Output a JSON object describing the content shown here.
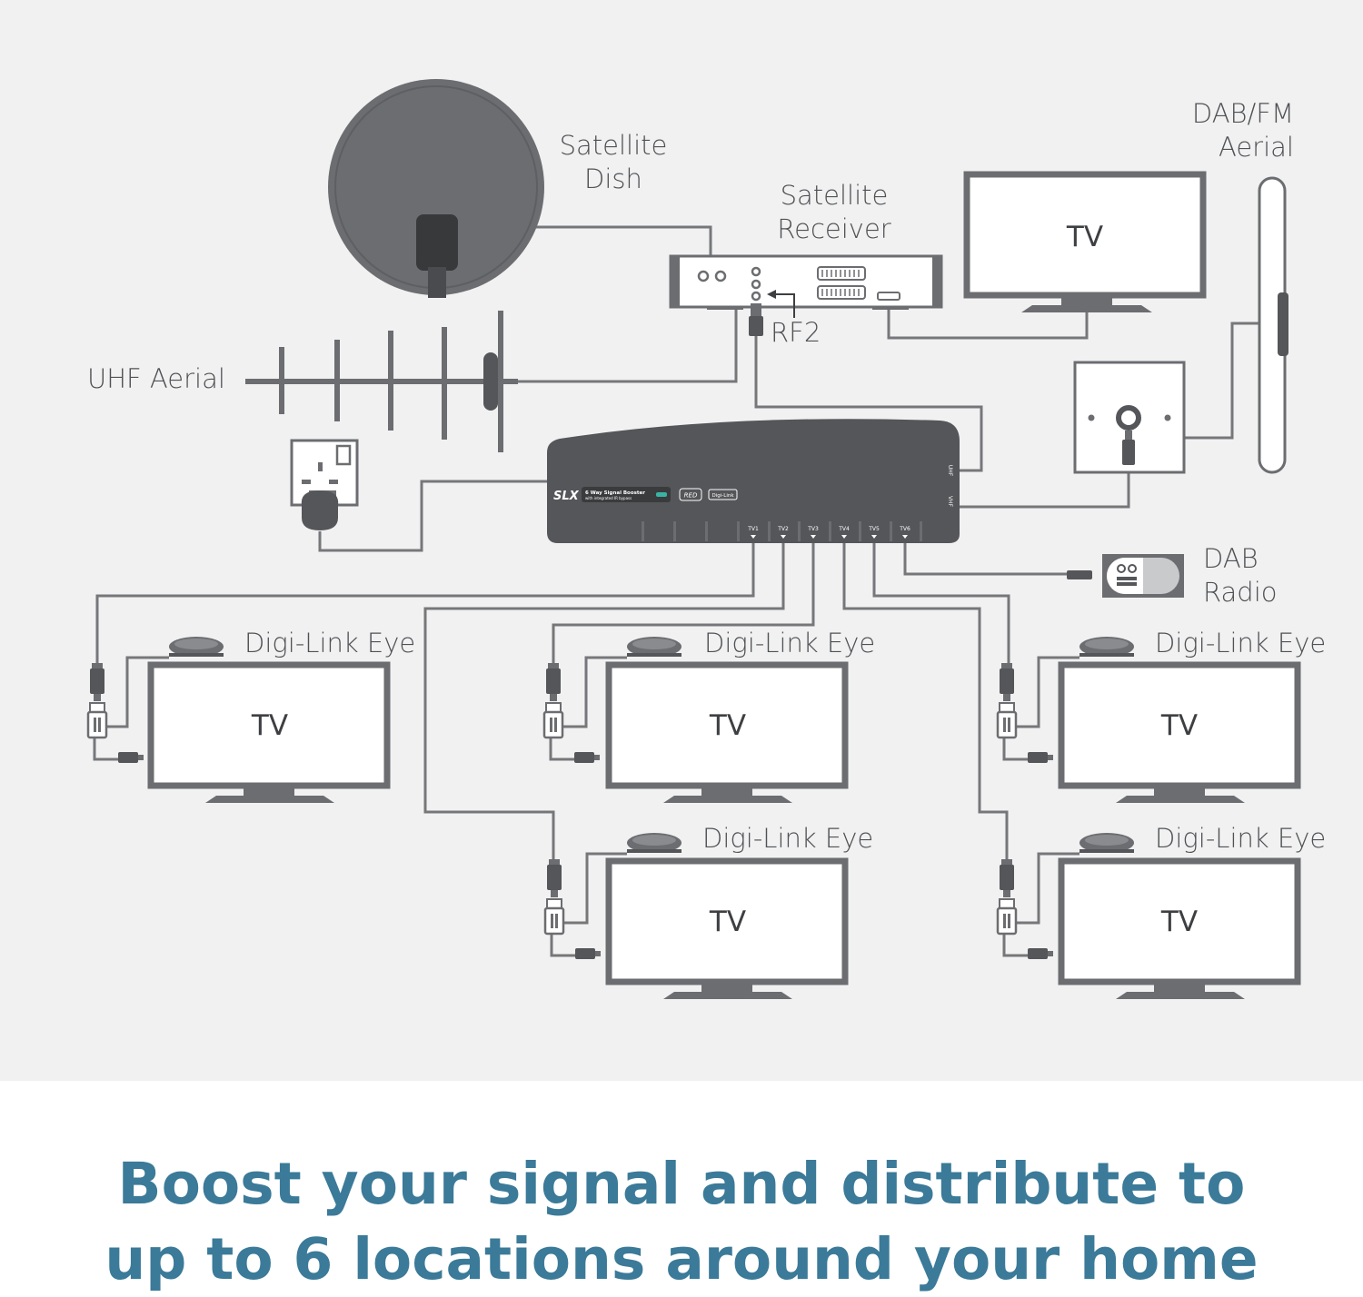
{
  "labels": {
    "satellite_dish": [
      "Satellite",
      "Dish"
    ],
    "satellite_receiver": [
      "Satellite",
      "Receiver"
    ],
    "dab_fm_aerial": [
      "DAB/FM",
      "Aerial"
    ],
    "uhf_aerial": "UHF Aerial",
    "rf2": "RF2",
    "dab_radio": [
      "DAB",
      "Radio"
    ],
    "tv": "TV",
    "digi_link_eye": "Digi-Link Eye"
  },
  "booster": {
    "brand": "SLX",
    "model": "6 Way Signal Booster",
    "subtitle": "with integrated IR bypass",
    "badge_red": "RED",
    "badge_digilink": "Digi-Link",
    "input_uhf": "UHF",
    "input_vhf": "VHF",
    "outputs": [
      "TV1",
      "TV2",
      "TV3",
      "TV4",
      "TV5",
      "TV6"
    ]
  },
  "caption": {
    "line1": "Boost your signal and distribute to",
    "line2": "up to 6 locations around your home"
  },
  "colors": {
    "device": "#6c6d70",
    "device_dark": "#555659",
    "background": "#f1f1f2",
    "caption": "#3b7a98",
    "label": "#4f5154"
  }
}
